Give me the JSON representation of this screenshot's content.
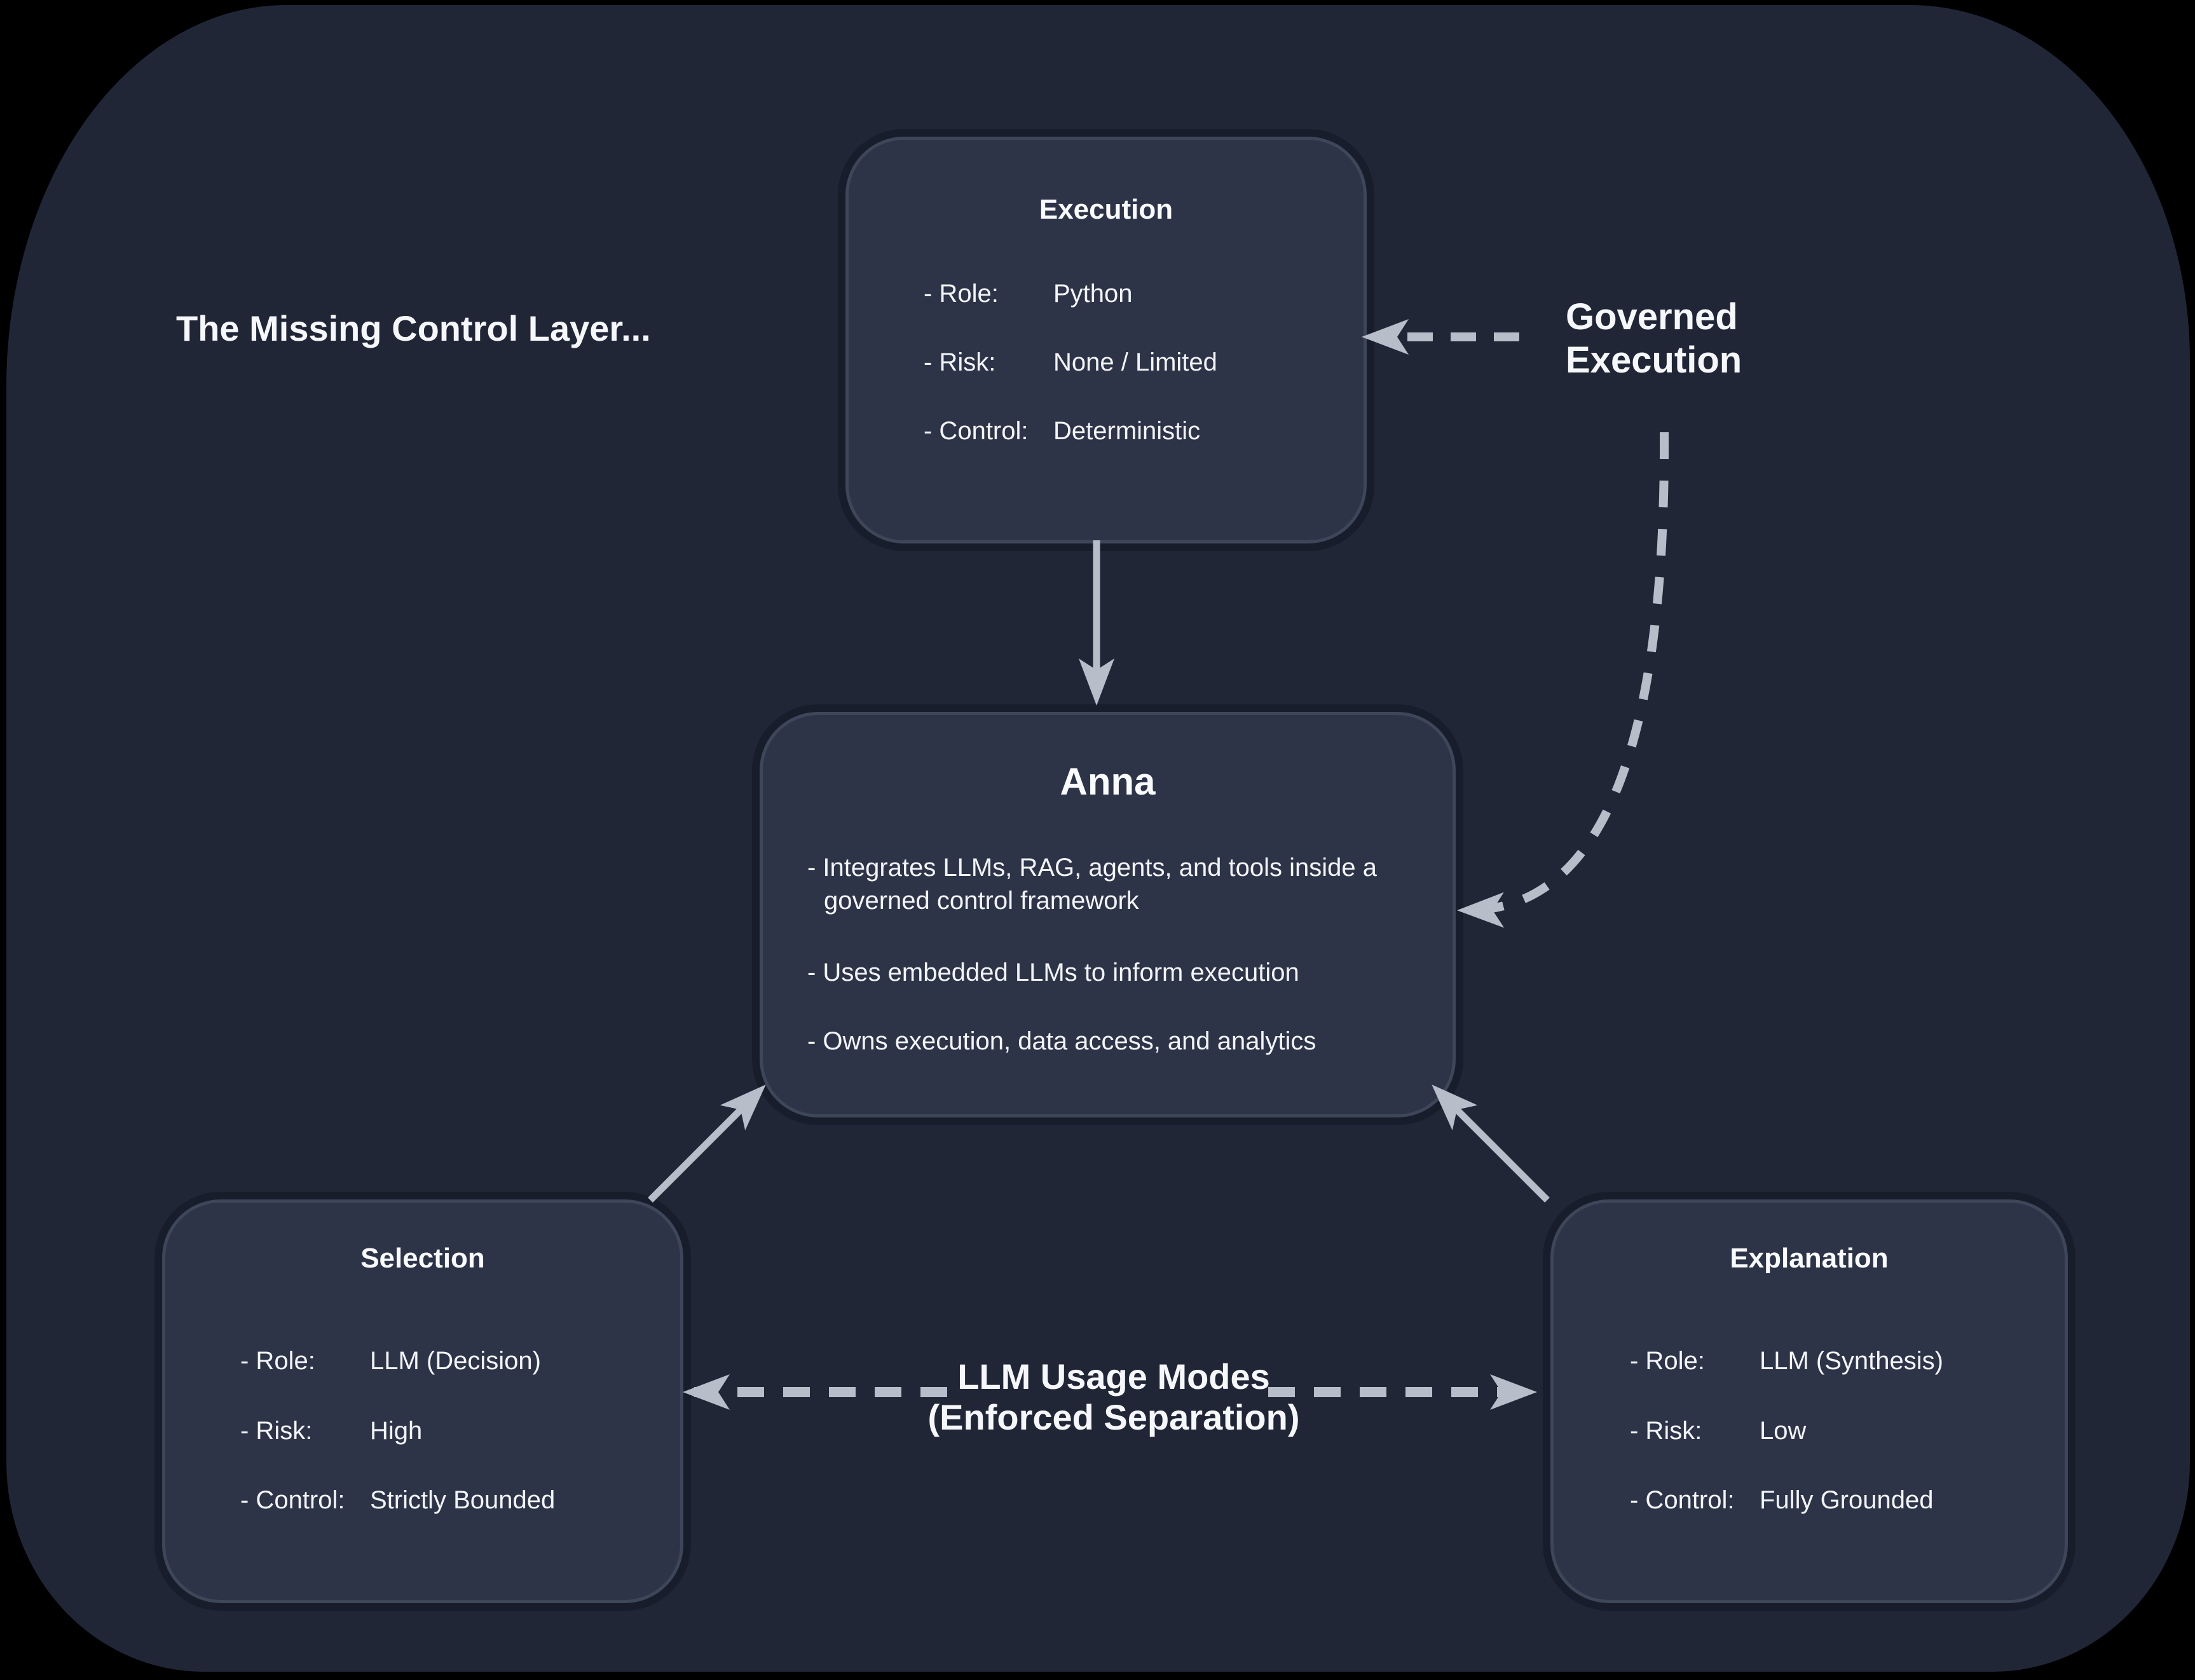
{
  "title": "The Missing Control Layer...",
  "labels": {
    "governed_execution": {
      "line1": "Governed",
      "line2": "Execution"
    },
    "llm_usage_modes": {
      "line1": "LLM Usage Modes",
      "line2": "(Enforced Separation)"
    }
  },
  "boxes": {
    "execution": {
      "title": "Execution",
      "rows": [
        {
          "label": "- Role:",
          "value": "Python"
        },
        {
          "label": "- Risk:",
          "value": "None / Limited"
        },
        {
          "label": "- Control:",
          "value": "Deterministic"
        }
      ]
    },
    "anna": {
      "title": "Anna",
      "bullets": [
        "- Integrates LLMs, RAG, agents, and tools inside a governed control framework",
        "- Uses embedded LLMs to inform execution",
        "- Owns execution, data access, and analytics"
      ]
    },
    "selection": {
      "title": "Selection",
      "rows": [
        {
          "label": "- Role:",
          "value": "LLM (Decision)"
        },
        {
          "label": "- Risk:",
          "value": "High"
        },
        {
          "label": "- Control:",
          "value": "Strictly Bounded"
        }
      ]
    },
    "explanation": {
      "title": "Explanation",
      "rows": [
        {
          "label": "- Role:",
          "value": "LLM (Synthesis)"
        },
        {
          "label": "- Risk:",
          "value": "Low"
        },
        {
          "label": "- Control:",
          "value": "Fully Grounded"
        }
      ]
    }
  },
  "arrows": {
    "execution_to_anna": "solid arrow from Execution box down into Anna box",
    "selection_to_anna": "solid arrow from Selection box up into Anna box",
    "explanation_to_anna": "solid arrow from Explanation box up into Anna box",
    "governed_to_execution": "dashed arrow from Governed Execution label into Execution box",
    "governed_to_anna": "dashed curved arrow from Governed Execution label into Anna box",
    "usage_modes_double": "dashed double-headed arrow between Selection and Explanation boxes"
  },
  "colors": {
    "page_background": "#000000",
    "panel_background": "#212637",
    "box_fill": "#2e3447",
    "box_border": "#3e4659",
    "arrow": "#b7bdc9",
    "text": "#f2f4f8"
  }
}
